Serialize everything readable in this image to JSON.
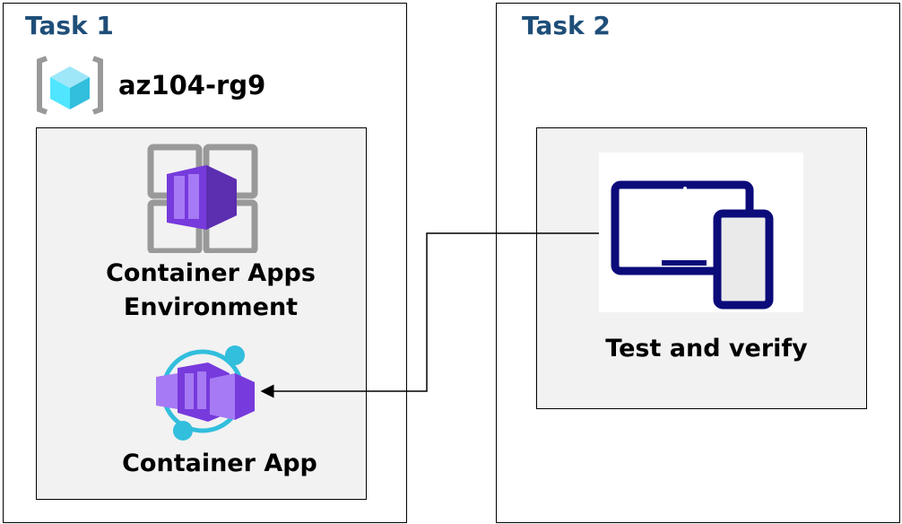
{
  "task1": {
    "title": "Task 1",
    "resource_group": {
      "name": "az104-rg9",
      "icon": "resource-group-icon"
    },
    "environment": {
      "label_line1": "Container Apps",
      "label_line2": "Environment",
      "icon": "container-apps-environment-icon"
    },
    "app": {
      "label": "Container App",
      "icon": "container-app-icon"
    }
  },
  "task2": {
    "title": "Task 2",
    "test": {
      "label": "Test and verify",
      "icon": "devices-icon"
    }
  },
  "colors": {
    "title": "#1f4e79",
    "purple": "#773adc",
    "cyan": "#32bedd",
    "device": "#0b0b7a"
  }
}
